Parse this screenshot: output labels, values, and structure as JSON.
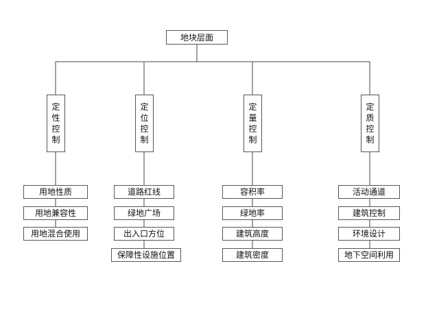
{
  "root": {
    "label": "地块层面"
  },
  "categories": [
    {
      "chars": [
        "定",
        "性",
        "控",
        "制"
      ],
      "items": [
        "用地性质",
        "用地兼容性",
        "用地混合使用"
      ]
    },
    {
      "chars": [
        "定",
        "位",
        "控",
        "制"
      ],
      "items": [
        "道路红线",
        "绿地广场",
        "出入口方位",
        "保障性设施位置"
      ]
    },
    {
      "chars": [
        "定",
        "量",
        "控",
        "制"
      ],
      "items": [
        "容积率",
        "绿地率",
        "建筑高度",
        "建筑密度"
      ]
    },
    {
      "chars": [
        "定",
        "质",
        "控",
        "制"
      ],
      "items": [
        "活动通道",
        "建筑控制",
        "环境设计",
        "地下空间利用"
      ]
    }
  ]
}
